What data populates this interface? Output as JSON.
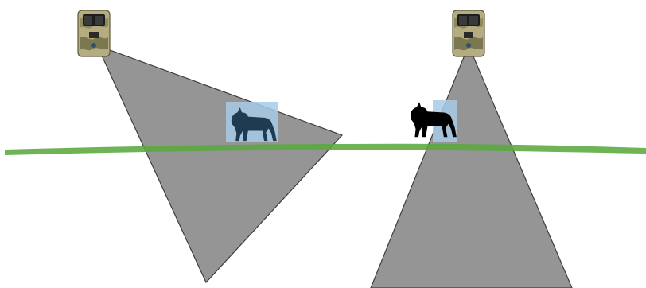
{
  "diagram": {
    "cameras": [
      {
        "id": "camera-left",
        "icon": "trail-camera-icon",
        "camo_colors": [
          "#8f8a5e",
          "#c9c29a",
          "#6d6a45",
          "#b5ad80"
        ]
      },
      {
        "id": "camera-right",
        "icon": "trail-camera-icon",
        "camo_colors": [
          "#8f8a5e",
          "#c9c29a",
          "#6d6a45",
          "#b5ad80"
        ]
      }
    ],
    "animals": [
      {
        "id": "lynx-inside-zone",
        "icon": "lynx-silhouette-icon",
        "color": "#1f3b52",
        "box_color": "#a7cbe8"
      },
      {
        "id": "lynx-partly-inside-zone",
        "icon": "lynx-silhouette-icon",
        "color": "#000000",
        "box_color": "#a7cbe8"
      }
    ],
    "colors": {
      "detection_zone": "#8c8c8c",
      "ground_line": "#5aa83e",
      "camera_lens": "#2f4f6f"
    }
  }
}
